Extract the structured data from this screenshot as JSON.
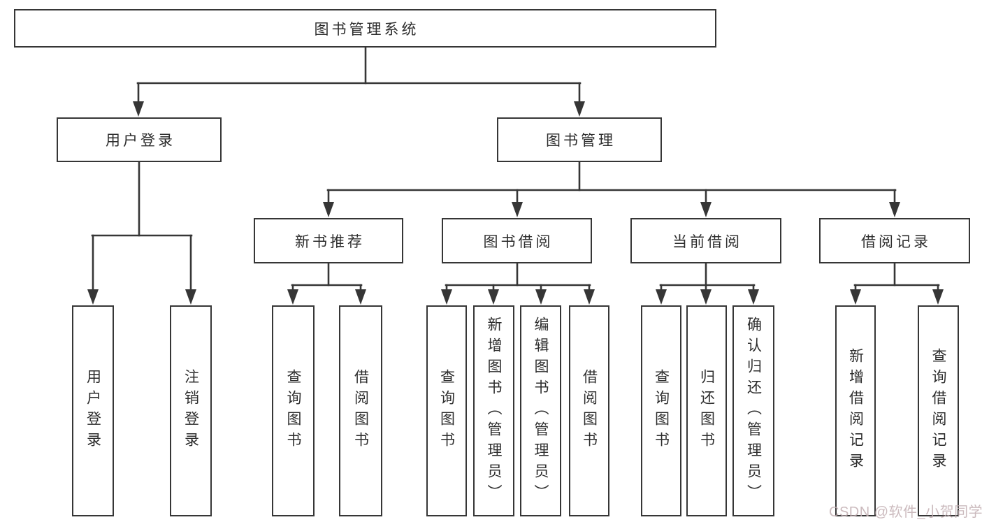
{
  "diagram": {
    "title": "图书管理系统",
    "nodes": {
      "root": "图书管理系统",
      "user_login": "用户登录",
      "book_mgmt": "图书管理",
      "new_book_rec": "新书推荐",
      "book_borrow": "图书借阅",
      "current_borrow": "当前借阅",
      "borrow_records": "借阅记录",
      "leaf_user_login": "用户登录",
      "leaf_logout": "注销登录",
      "rec_query_books": "查询图书",
      "rec_borrow_books": "借阅图书",
      "bb_query_books": "查询图书",
      "bb_add_books": "新增图书（管理员）",
      "bb_edit_books": "编辑图书（管理员）",
      "bb_borrow_books": "借阅图书",
      "cb_query_books": "查询图书",
      "cb_return_books": "归还图书",
      "cb_confirm_return": "确认归还（管理员）",
      "br_add_record": "新增借阅记录",
      "br_query_record": "查询借阅记录"
    },
    "structure": {
      "图书管理系统": {
        "用户登录": [
          "用户登录",
          "注销登录"
        ],
        "图书管理": {
          "新书推荐": [
            "查询图书",
            "借阅图书"
          ],
          "图书借阅": [
            "查询图书",
            "新增图书（管理员）",
            "编辑图书（管理员）",
            "借阅图书"
          ],
          "当前借阅": [
            "查询图书",
            "归还图书",
            "确认归还（管理员）"
          ],
          "借阅记录": [
            "新增借阅记录",
            "查询借阅记录"
          ]
        }
      }
    },
    "colors": {
      "line": "#363636",
      "box_border": "#363636",
      "box_background": "#ffffff",
      "text": "#2d2d2d",
      "watermark": "#c2aeb2"
    }
  },
  "watermark": {
    "text": "CSDN @软件_小贺同学"
  }
}
